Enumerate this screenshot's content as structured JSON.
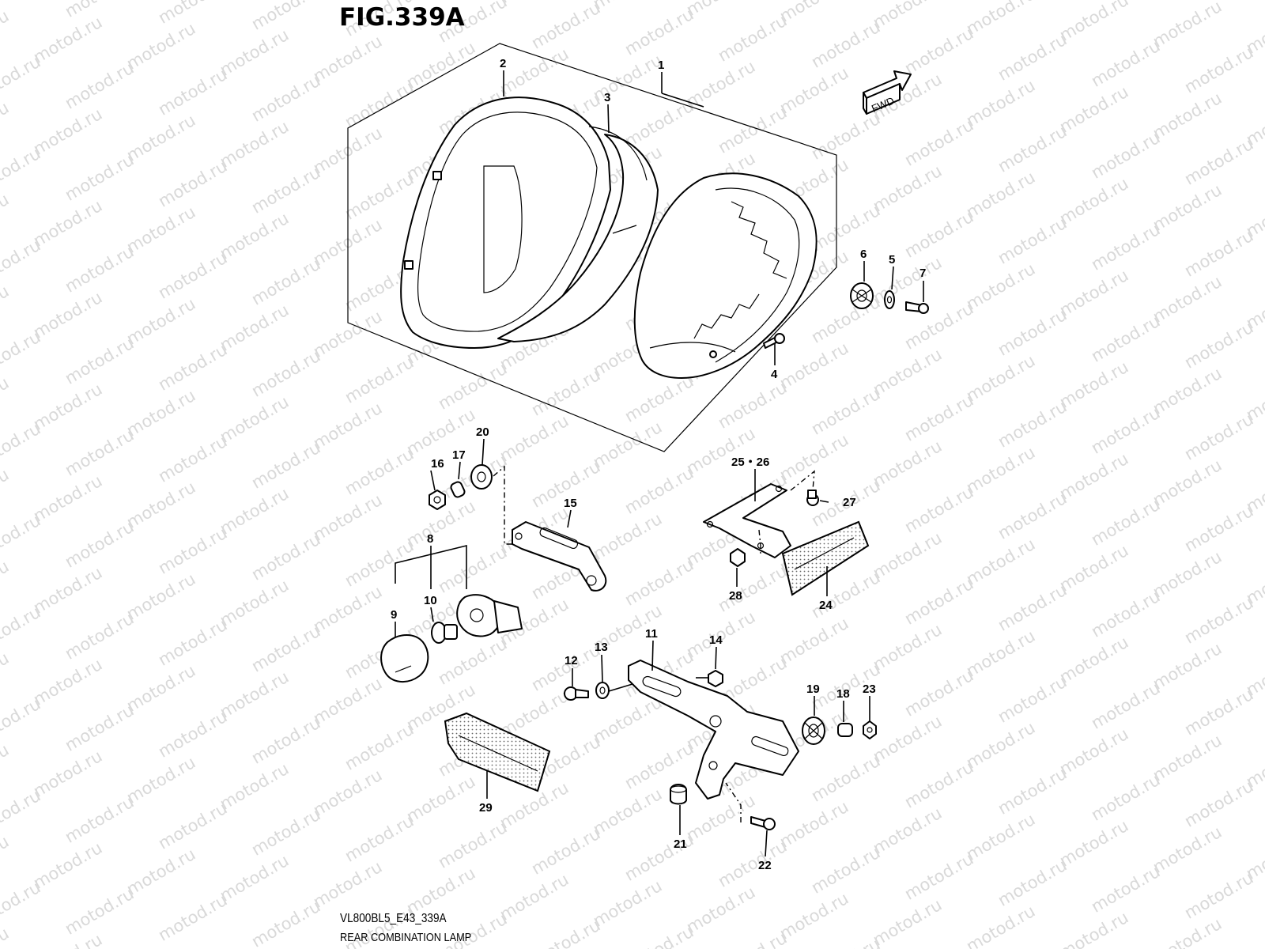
{
  "figure": {
    "title": "FIG.339A",
    "model_code": "VL800BL5_E43_339A",
    "name": "REAR COMBINATION LAMP"
  },
  "fwd_label": "FWD",
  "watermark": "motod.ru",
  "callouts": {
    "c1": "1",
    "c2": "2",
    "c3": "3",
    "c4": "4",
    "c5": "5",
    "c6": "6",
    "c7": "7",
    "c8": "8",
    "c9": "9",
    "c10": "10",
    "c11": "11",
    "c12": "12",
    "c13": "13",
    "c14": "14",
    "c15": "15",
    "c16": "16",
    "c17": "17",
    "c18": "18",
    "c19": "19",
    "c20": "20",
    "c21": "21",
    "c22": "22",
    "c23": "23",
    "c24": "24",
    "c25_26": "25・26",
    "c27": "27",
    "c28": "28",
    "c29": "29"
  },
  "colors": {
    "line": "#000000",
    "watermark": "#d9d9d9",
    "background": "#ffffff"
  }
}
